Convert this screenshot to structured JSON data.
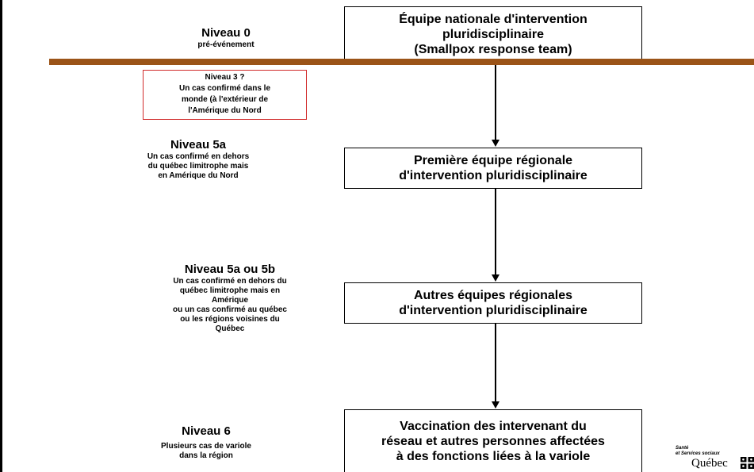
{
  "levels": {
    "l0": {
      "title": "Niveau 0",
      "sub": "pré-événement"
    },
    "l3": {
      "title": "Niveau  3 ?",
      "line1": "Un cas confirmé dans le",
      "line2": "monde (à l'extérieur de",
      "line3": "l'Amérique du Nord"
    },
    "l5a": {
      "title": "Niveau 5a",
      "line1": "Un cas confirmé en dehors",
      "line2": "du québec limitrophe mais",
      "line3": "en Amérique du Nord"
    },
    "l5ab": {
      "title": "Niveau 5a ou 5b",
      "line1": "Un cas confirmé en dehors du",
      "line2": "québec limitrophe mais en",
      "line3": "Amérique",
      "line4": "ou un cas confirmé au québec",
      "line5": "ou les régions voisines du",
      "line6": "Québec"
    },
    "l6": {
      "title": "Niveau 6",
      "line1": "Plusieurs cas de variole",
      "line2": "dans la région"
    }
  },
  "boxes": {
    "b1": {
      "line1": "Équipe nationale d'intervention",
      "line2": "pluridisciplinaire",
      "line3": "(Smallpox response team)"
    },
    "b2": {
      "line1": "Première équipe régionale",
      "line2": "d'intervention pluridisciplinaire"
    },
    "b3": {
      "line1": "Autres équipes régionales",
      "line2": "d'intervention pluridisciplinaire"
    },
    "b4": {
      "line1": "Vaccination des intervenant du",
      "line2": "réseau et autres personnes affectées",
      "line3": "à des fonctions liées à la variole"
    }
  },
  "logo": {
    "line1": "Santé",
    "line2": "et Services sociaux",
    "name": "Québec"
  },
  "colors": {
    "divider": "#9b5418",
    "alert_border": "#d12b2b"
  }
}
